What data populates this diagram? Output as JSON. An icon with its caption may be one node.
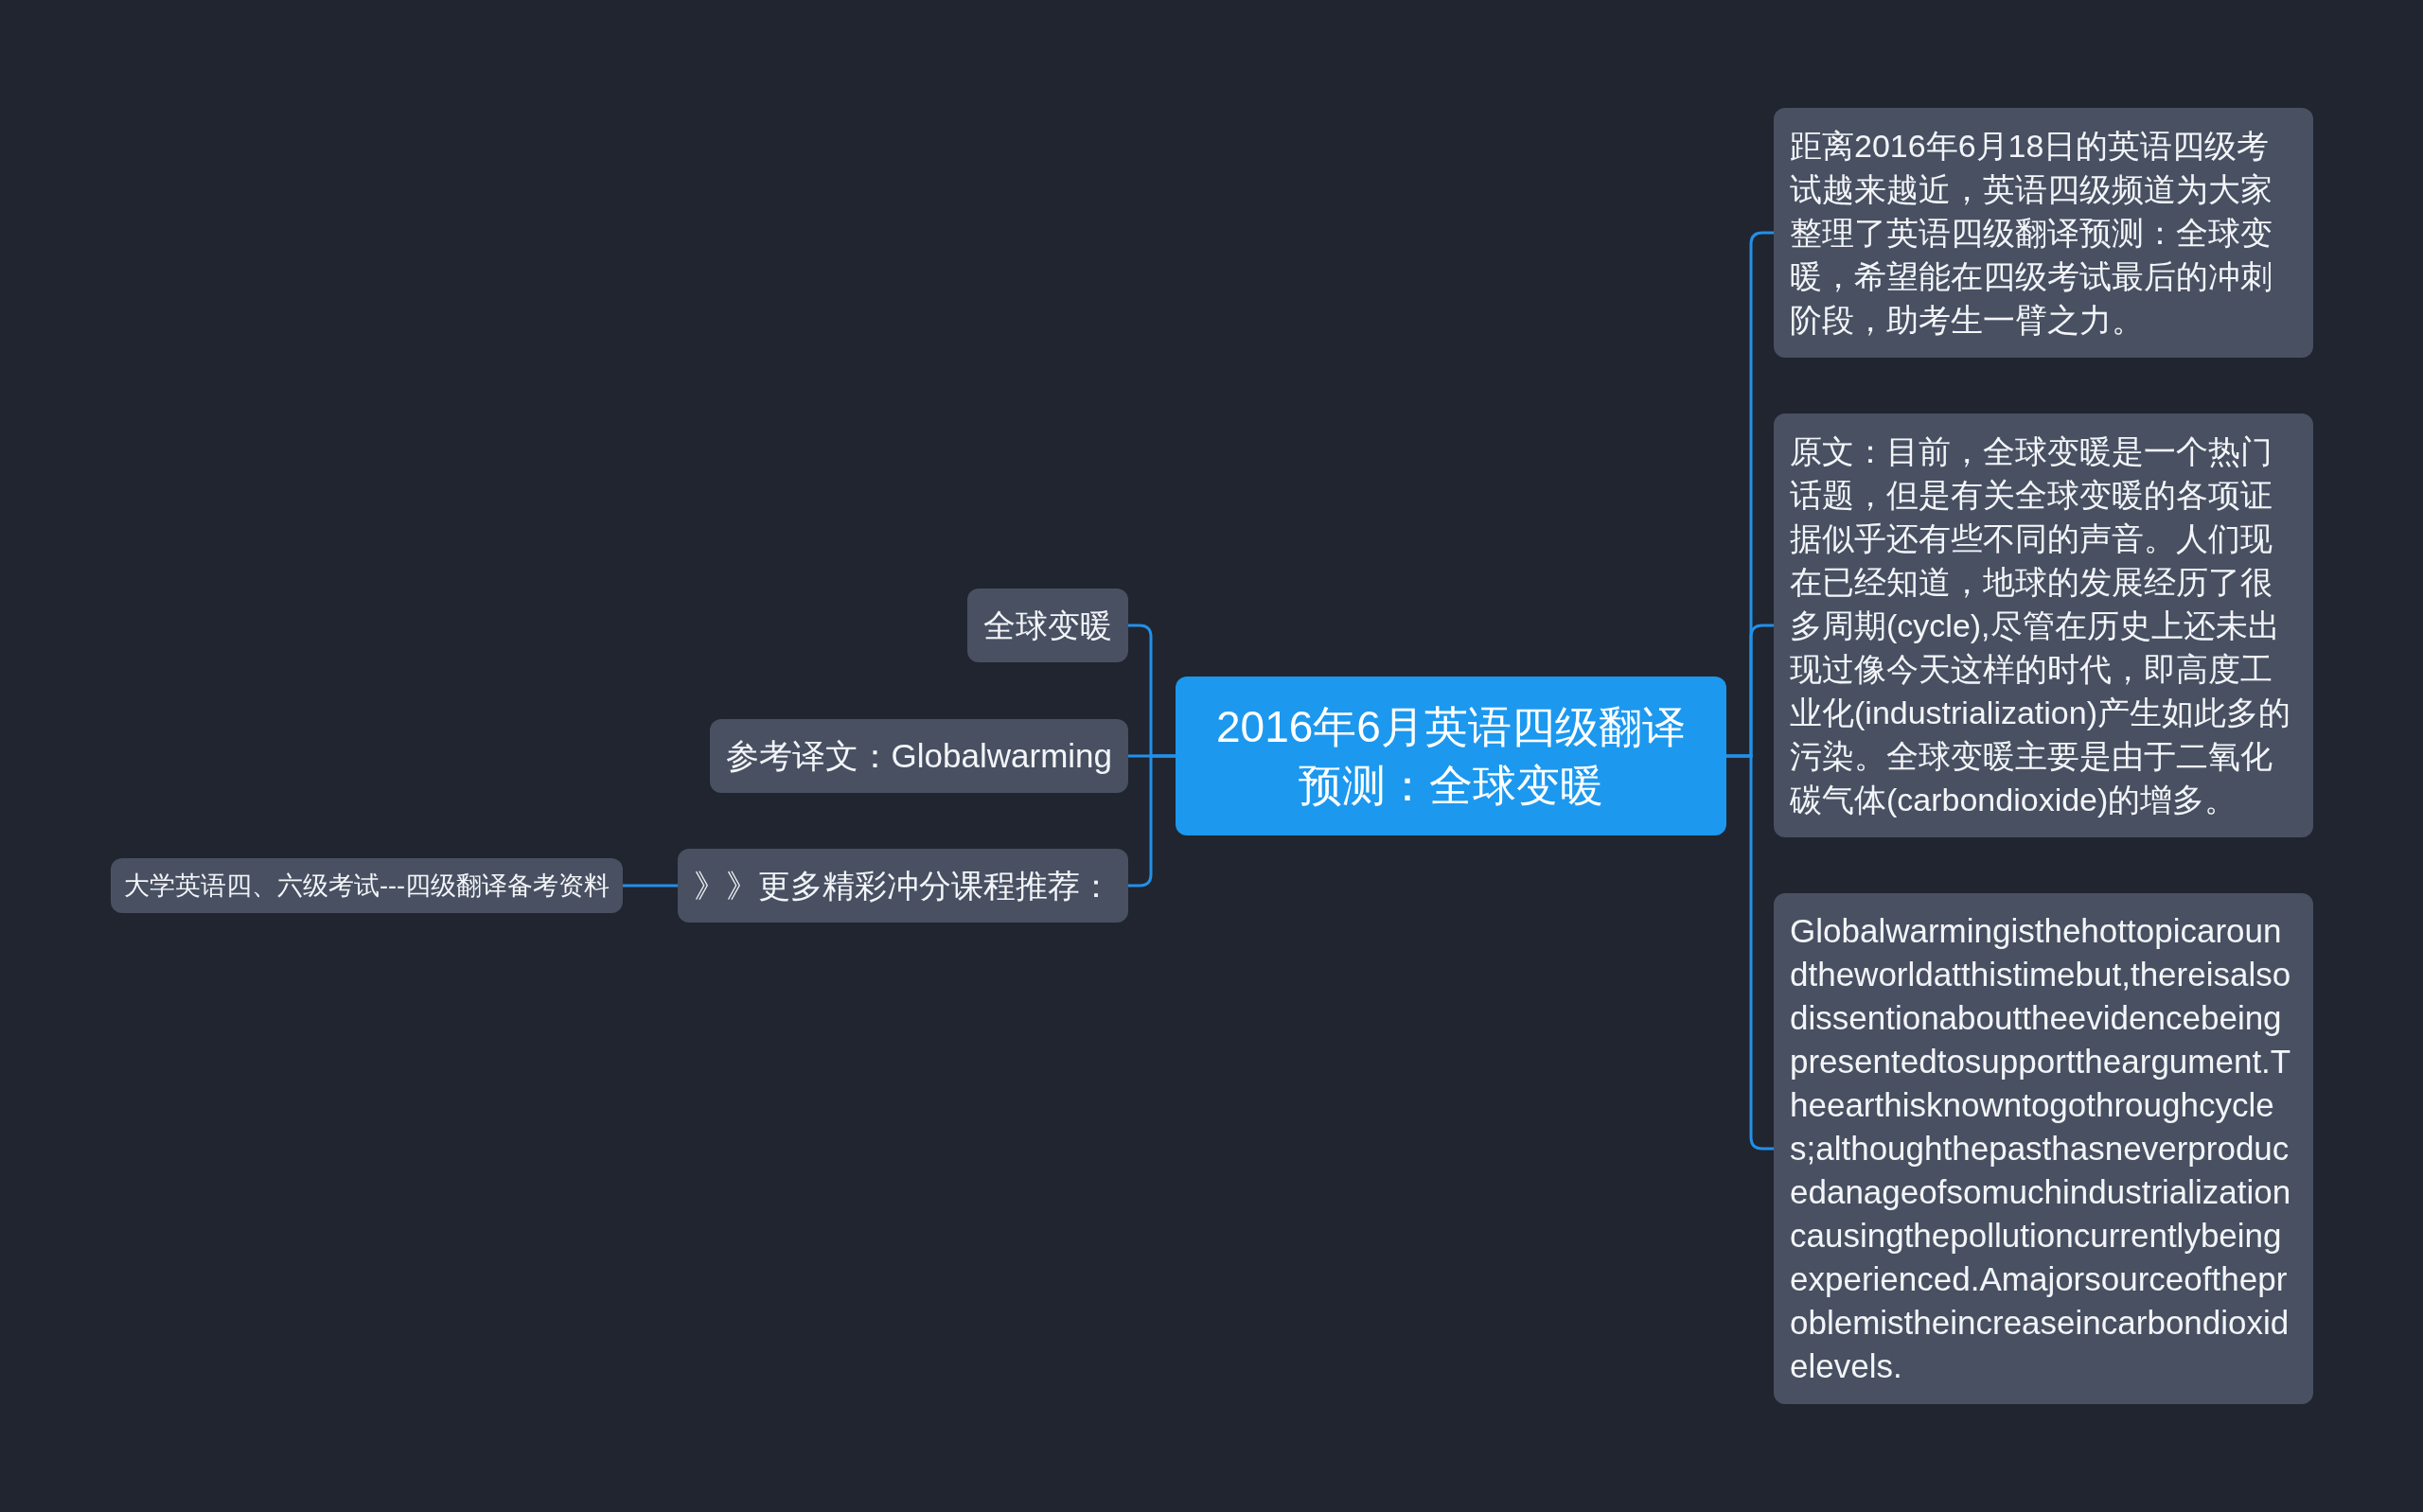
{
  "diagram": {
    "nodes": [
      {
        "text": [
          "2016年6月英语四级翻译预测：全球变暖"
        ]
      },
      {
        "text": [
          "全球变暖"
        ]
      },
      {
        "text": [
          "参考译文：Globalwarming"
        ]
      },
      {
        "text": [
          "》》更多精彩冲分课程推荐："
        ]
      },
      {
        "text": [
          "大学英语四、六级考试---四级翻译备考资料"
        ]
      },
      {
        "text": [
          "距离2016年6月18日的英语四级考试越来越近，英语四级频道为大家整理了英语四级翻译预测：全球变暖，希望能在四级考试最后的冲刺阶段，助考生一臂之力。"
        ]
      },
      {
        "text": [
          "原文：目前，全球变暖是一个热门话题，但是有关全球变暖的各项证据似乎还有些不同的声音。人们现在已经知道，地球的发展经历了很多周期(cycle),尽管在历史上还未出现过像今天这样的时代，即高度工业化(industrialization)产生如此多的污染。全球变暖主要是由于二氧化碳气体(carbondioxide)的增多。"
        ]
      },
      {
        "text": [
          "Globalwarmingisthehottopicaroundtheworldatthistimebut,thereisalsodissentionabouttheevidencebeingpresentedtosupporttheargument.Theearthisknowntogothroughcycles;althoughthepasthasneverproducedanageofsomuchindustrializationcausingthepollutioncurrentlybeingexperienced.Amajorsourceoftheproblemistheincreaseincarbondioxidelevels."
        ]
      }
    ],
    "edges": [
      {
        "from": 0,
        "to": 1,
        "arrow": "none"
      },
      {
        "from": 0,
        "to": 2,
        "arrow": "none"
      },
      {
        "from": 0,
        "to": 3,
        "arrow": "none"
      },
      {
        "from": 3,
        "to": 4,
        "arrow": "none"
      },
      {
        "from": 0,
        "to": 5,
        "arrow": "none"
      },
      {
        "from": 0,
        "to": 6,
        "arrow": "none"
      },
      {
        "from": 0,
        "to": 7,
        "arrow": "none"
      }
    ]
  }
}
